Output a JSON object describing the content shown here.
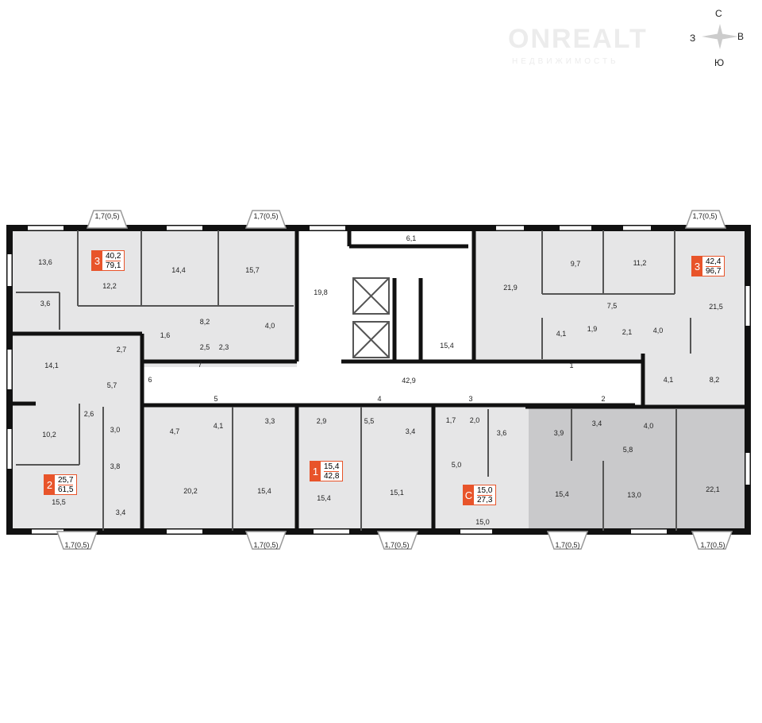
{
  "compass": {
    "north": "С",
    "east": "В",
    "south": "Ю",
    "west": "З"
  },
  "watermark": {
    "brand": "ONREALT",
    "subtitle": "НЕДВИЖИМОСТЬ"
  },
  "colors": {
    "accent": "#e8542a",
    "room": "#e6e6e7",
    "selected": "#c9c9cb",
    "wall": "#111111"
  },
  "apartments": [
    {
      "rooms": "3",
      "living": "40,2",
      "total": "79,1"
    },
    {
      "rooms": "2",
      "living": "25,7",
      "total": "61,5"
    },
    {
      "rooms": "1",
      "living": "15,4",
      "total": "42,8"
    },
    {
      "rooms": "С",
      "living": "15,0",
      "total": "27,3"
    },
    {
      "rooms": "3",
      "living": "42,4",
      "total": "96,7"
    }
  ],
  "balcony_label": "1,7(0,5)",
  "rooms": [
    "13,6",
    "12,2",
    "14,4",
    "15,7",
    "19,8",
    "3,6",
    "8,2",
    "1,6",
    "4,0",
    "2,5",
    "2,3",
    "14,1",
    "2,7",
    "7",
    "6",
    "5,7",
    "5",
    "2,6",
    "10,2",
    "3,0",
    "3,8",
    "15,5",
    "3,4",
    "4,7",
    "4,1",
    "3,3",
    "20,2",
    "15,4",
    "2,9",
    "5,5",
    "4",
    "15,4",
    "15,1",
    "3,4",
    "6,1",
    "15,4",
    "42,9",
    "1",
    "3",
    "2",
    "1,7",
    "2,0",
    "3,6",
    "5,0",
    "15,0",
    "21,9",
    "9,7",
    "11,2",
    "21,5",
    "7,5",
    "4,1",
    "1,9",
    "2,1",
    "4,0",
    "4,1",
    "8,2",
    "3,9",
    "3,4",
    "4,0",
    "5,8",
    "15,4",
    "13,0",
    "22,1"
  ]
}
